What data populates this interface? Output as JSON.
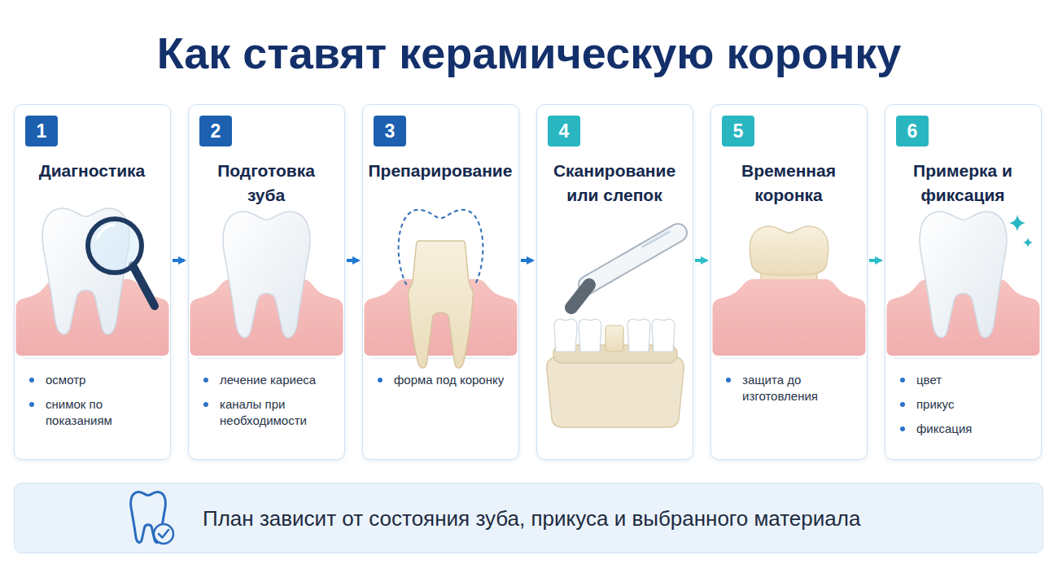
{
  "diagram": {
    "title": "Как ставят керамическую коронку",
    "nodes": [
      {
        "text": [
          "Диагностика",
          "осмотр",
          "снимок по показаниям"
        ]
      },
      {
        "text": [
          "1"
        ],
        "in": 0
      },
      {
        "text": [
          "Подготовка зуба",
          "лечение кариеса",
          "каналы при необходимости"
        ]
      },
      {
        "text": [
          "2"
        ],
        "in": 2
      },
      {
        "text": [
          "Препарирование",
          "форма под коронку"
        ]
      },
      {
        "text": [
          "3"
        ],
        "in": 4
      },
      {
        "text": [
          "Сканирование или слепок"
        ]
      },
      {
        "text": [
          "4"
        ],
        "in": 6
      },
      {
        "text": [
          "Временная коронка",
          "защита до изготовления"
        ]
      },
      {
        "text": [
          "5"
        ],
        "in": 8
      },
      {
        "text": [
          "Примерка и фиксация",
          "цвет",
          "прикус",
          "фиксация"
        ]
      },
      {
        "text": [
          "6"
        ],
        "in": 10
      },
      {
        "text": [
          "План зависит от состояния зуба, прикуса и выбранного материала"
        ]
      }
    ],
    "edges": [
      {
        "from": 0,
        "to": 2,
        "arrow": "to"
      },
      {
        "from": 2,
        "to": 4,
        "arrow": "to"
      },
      {
        "from": 4,
        "to": 6,
        "arrow": "to"
      },
      {
        "from": 6,
        "to": 8,
        "arrow": "to"
      },
      {
        "from": 8,
        "to": 10,
        "arrow": "to"
      }
    ]
  }
}
